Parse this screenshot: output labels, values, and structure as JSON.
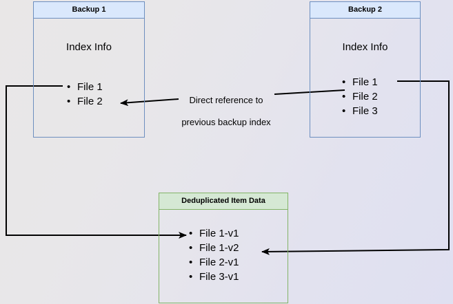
{
  "diagram": {
    "title_hidden": "Backup deduplication reference diagram",
    "background": {
      "color_start": "#e9e7e7",
      "color_end": "#dfe0f1"
    },
    "colors": {
      "blue_fill": "#dae8fc",
      "blue_stroke": "#6c8ebf",
      "green_fill": "#d5e8d4",
      "green_stroke": "#82b366",
      "edge_stroke": "#000000"
    },
    "nodes": {
      "backup1": {
        "header": "Backup 1",
        "section_title": "Index Info",
        "files": [
          "File 1",
          "File 2"
        ]
      },
      "backup2": {
        "header": "Backup 2",
        "section_title": "Index Info",
        "files": [
          "File 1",
          "File 2",
          "File 3"
        ]
      },
      "dedup": {
        "header": "Deduplicated Item Data",
        "files": [
          "File 1-v1",
          "File 1-v2",
          "File 2-v1",
          "File 3-v1"
        ]
      }
    },
    "edges": {
      "direct_reference": {
        "label_line1": "Direct reference to",
        "label_line2": "previous backup index",
        "from": "Backup 2 / File 2",
        "to": "Backup 1 / File 2"
      },
      "backup1_to_dedup": {
        "from": "Backup 1 / File 1",
        "to": "Deduplicated Item Data / File 1-v1"
      },
      "backup2_to_dedup": {
        "from": "Backup 2 / File 1",
        "to": "Deduplicated Item Data / File 1-v2"
      }
    }
  }
}
